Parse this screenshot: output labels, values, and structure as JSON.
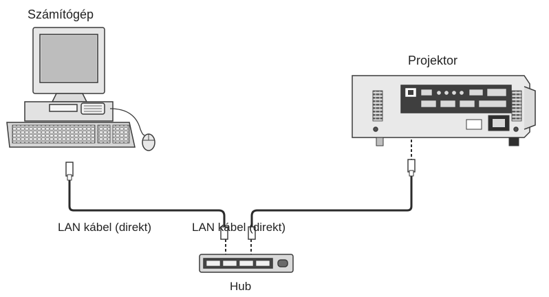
{
  "labels": {
    "computer": "Számítógép",
    "projector": "Projektor",
    "cable_left": "LAN kábel (direkt)",
    "cable_right": "LAN kábel (direkt)",
    "hub": "Hub"
  },
  "colors": {
    "outline": "#3a3a3a",
    "cable": "#2b2b2b",
    "body_light": "#e6e6e6",
    "panel_dark": "#404040",
    "background": "#ffffff"
  }
}
